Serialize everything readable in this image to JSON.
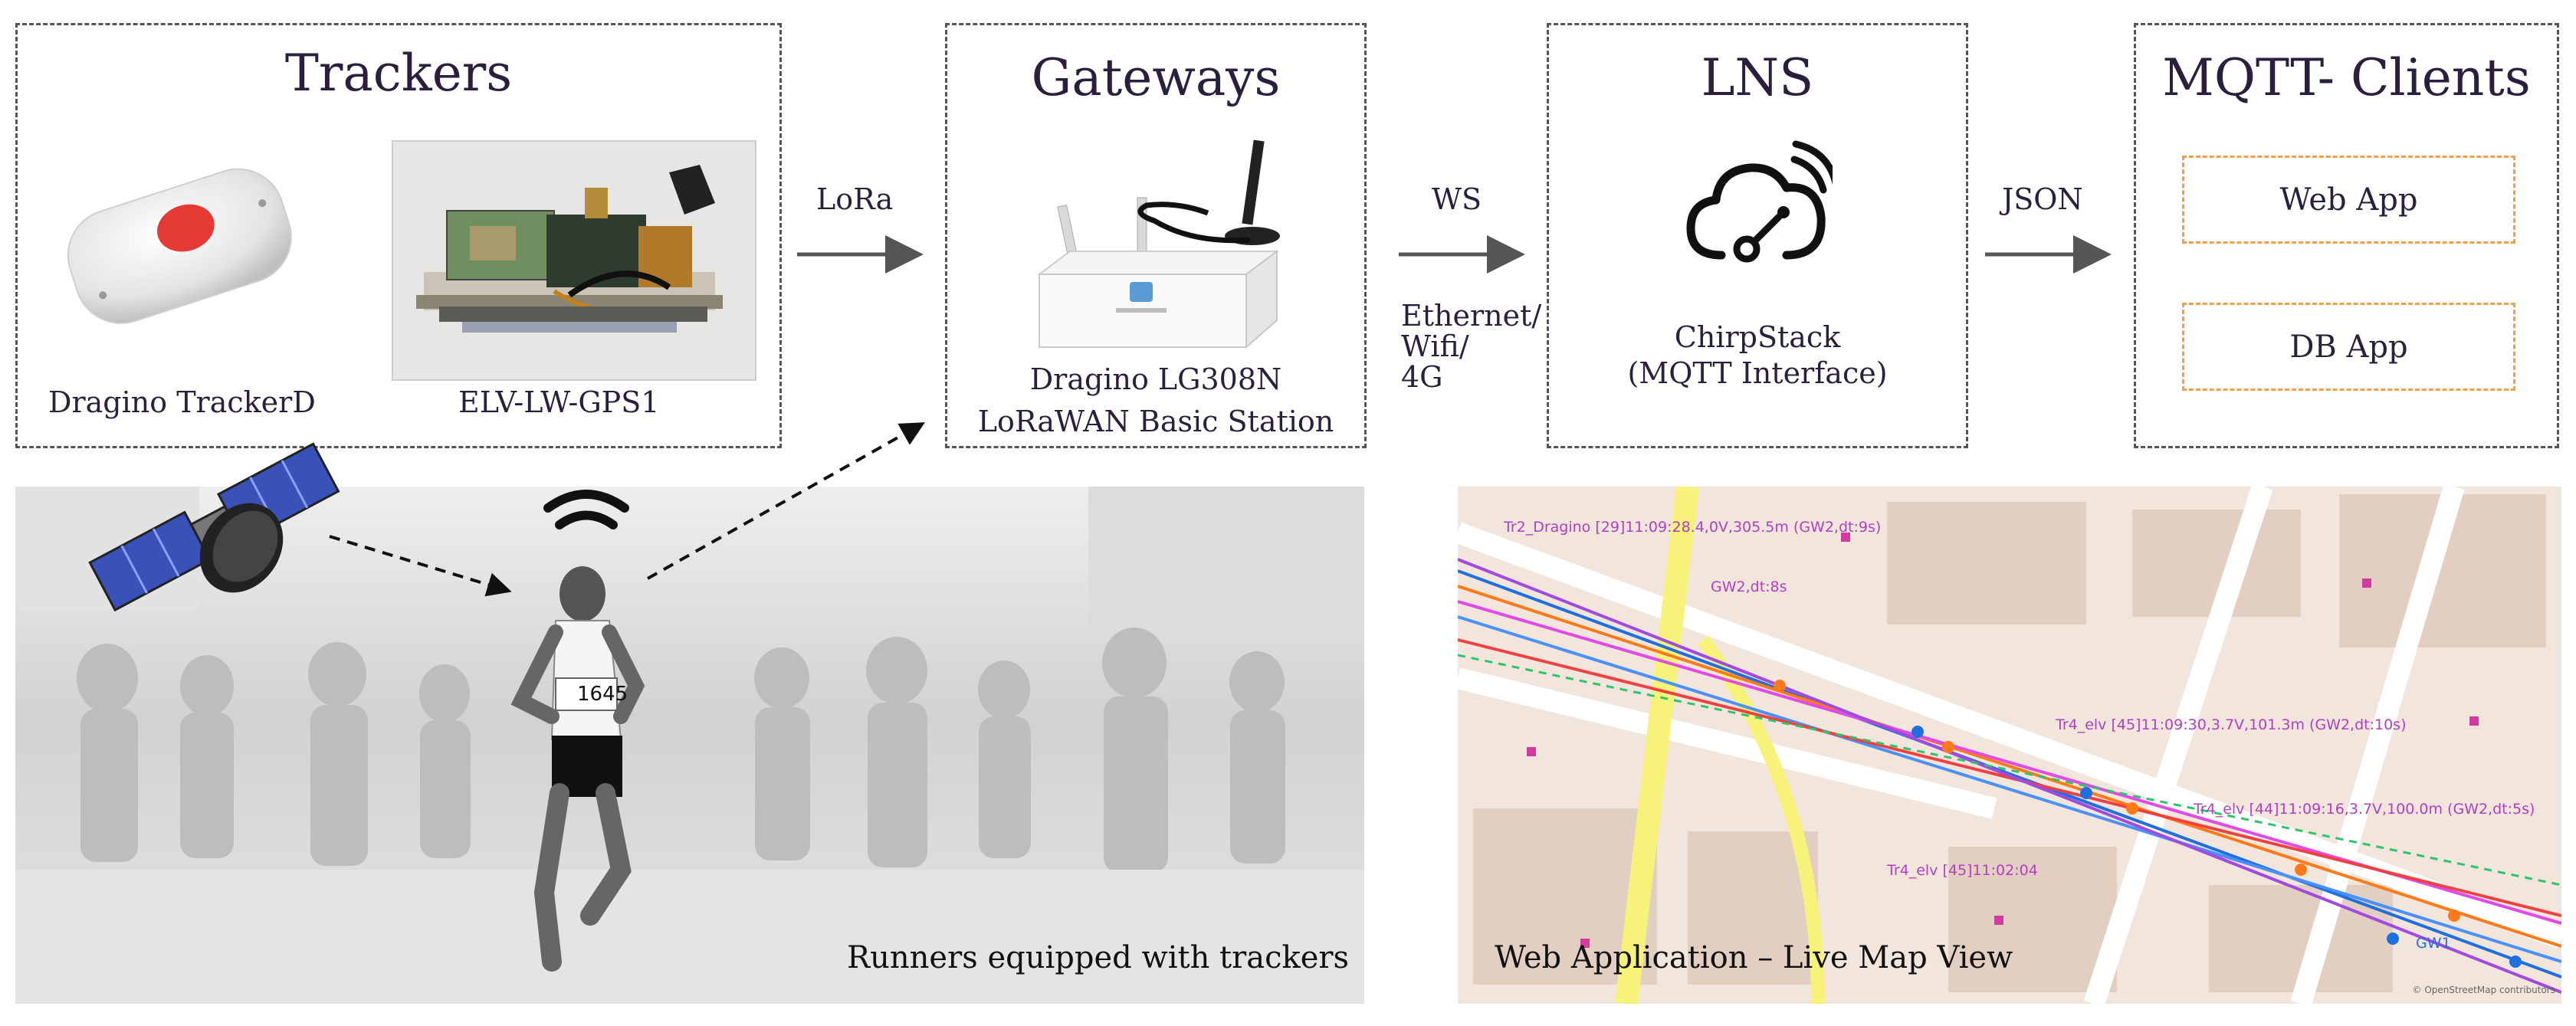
{
  "trackers": {
    "title": "Trackers",
    "device1_label": "Dragino TrackerD",
    "device2_label": "ELV-LW-GPS1"
  },
  "gateways": {
    "title": "Gateways",
    "line1": "Dragino LG308N",
    "line2": "LoRaWAN Basic Station"
  },
  "lns": {
    "title": "LNS",
    "line1": "ChirpStack",
    "line2": "(MQTT Interface)"
  },
  "mqtt": {
    "title": "MQTT- Clients",
    "web_app": "Web App",
    "db_app": "DB App"
  },
  "links": {
    "lora": "LoRa",
    "ws": "WS",
    "ethernet": "Ethernet/",
    "wifi": "Wifi/",
    "g4": "4G",
    "json": "JSON"
  },
  "runners": {
    "caption": "Runners equipped with trackers",
    "bib": "1645"
  },
  "map": {
    "caption": "Web Application – Live Map View",
    "attribution": "© OpenStreetMap contributors",
    "labels": [
      "Tr2_Dragino [29]11:09:28.4,0V,305.5m (GW2,dt:9s)",
      "GW2,dt:8s",
      "Tr4_elv [45]11:09:30,3.7V,101.3m (GW2,dt:10s)",
      "Tr4_elv [44]11:09:16,3.7V,100.0m (GW2,dt:5s)",
      "GW1",
      "Tr4_elv [45]11:02:04"
    ]
  },
  "colors": {
    "box_border": "#555555",
    "client_border": "#f0a04a",
    "map_bg": "#f2e6dc"
  }
}
